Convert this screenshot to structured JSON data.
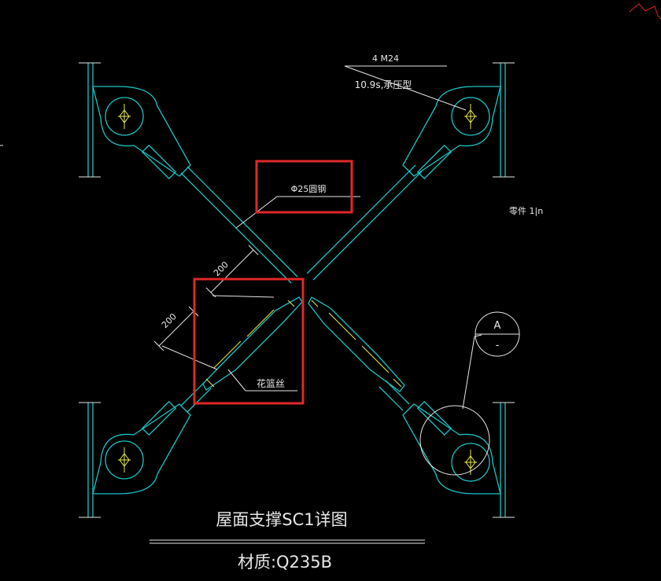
{
  "labels": {
    "bolt_count": "4 M24",
    "bolt_grade": "10.9s,承压型",
    "rod_spec": "Φ25圆钢",
    "part_ref": "零件 1|n",
    "dim_top": "200",
    "dim_left": "200",
    "turnbuckle": "花篮丝",
    "detail_id": "A",
    "detail_sub": "-",
    "title": "屋面支撑SC1详图",
    "material": "材质:Q235B"
  },
  "colors": {
    "background": "#000000",
    "steel": "#19c4c4",
    "text": "#e6e6e6",
    "thread": "#e8e84a",
    "highlight": "#e02828"
  }
}
